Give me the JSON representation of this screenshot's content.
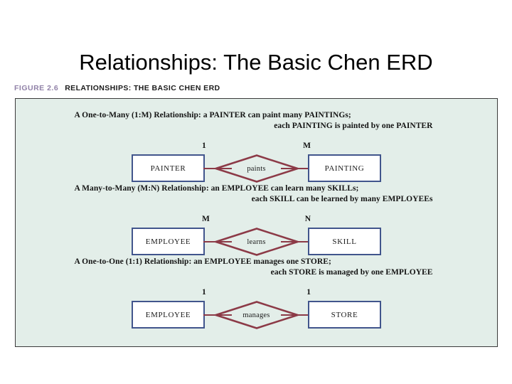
{
  "slide": {
    "title": "Relationships: The Basic Chen ERD"
  },
  "figure_caption": {
    "number": "FIGURE 2.6",
    "text": "RELATIONSHIPS: THE BASIC CHEN ERD",
    "number_color": "#9182a8",
    "text_color": "#1b1b1b"
  },
  "panel": {
    "background_color": "#e3eee9",
    "border_color": "#3a3a3a"
  },
  "style_colors": {
    "entity_border": "#41558c",
    "entity_fill": "#ffffff",
    "relationship_border": "#8c3a47",
    "connector_line": "#8c3a47"
  },
  "relationships": [
    {
      "description_line1": "A One-to-Many (1:M) Relationship: a PAINTER can paint many PAINTINGs;",
      "description_line2": "each PAINTING is painted by one PAINTER",
      "left_entity": "PAINTER",
      "right_entity": "PAINTING",
      "relationship": "paints",
      "left_cardinality": "1",
      "right_cardinality": "M"
    },
    {
      "description_line1": "A Many-to-Many (M:N) Relationship: an EMPLOYEE can learn many SKILLs;",
      "description_line2": "each SKILL can be learned by many EMPLOYEEs",
      "left_entity": "EMPLOYEE",
      "right_entity": "SKILL",
      "relationship": "learns",
      "left_cardinality": "M",
      "right_cardinality": "N"
    },
    {
      "description_line1": "A One-to-One (1:1) Relationship: an EMPLOYEE manages one STORE;",
      "description_line2": "each STORE is managed by one EMPLOYEE",
      "left_entity": "EMPLOYEE",
      "right_entity": "STORE",
      "relationship": "manages",
      "left_cardinality": "1",
      "right_cardinality": "1"
    }
  ]
}
